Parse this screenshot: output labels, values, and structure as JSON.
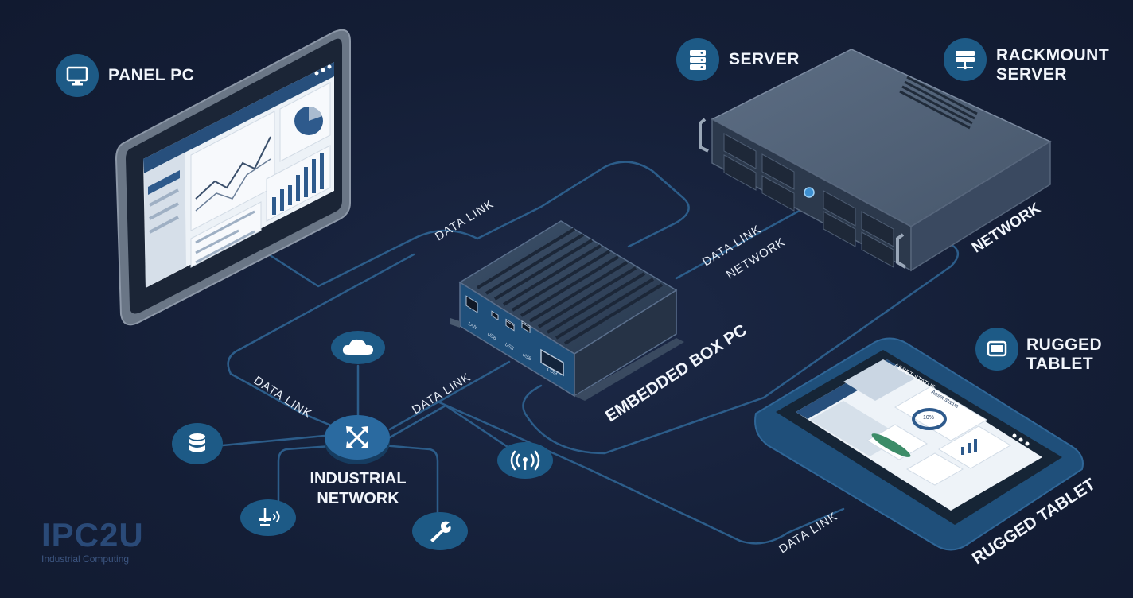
{
  "labels": {
    "panel_pc": "PANEL PC",
    "server": "SERVER",
    "rackmount_server": [
      "RACKMOUNT",
      "SERVER"
    ],
    "rugged_tablet_heading": [
      "RUGGED",
      "TABLET"
    ],
    "network_rack": "NETWORK",
    "embedded_box_pc": "EMBEDDED BOX PC",
    "rugged_tablet_caption": "RUGGED TABLET",
    "industrial_network": [
      "INDUSTRIAL",
      "NETWORK"
    ]
  },
  "link_labels": {
    "data_link_top": "DATA LINK",
    "data_link_right": "DATA LINK",
    "network_right": "NETWORK",
    "data_link_left": "DATA LINK",
    "data_link_center": "DATA LINK",
    "data_link_bottom": "DATA LINK"
  },
  "box_ports": [
    "LAN",
    "USB",
    "USB",
    "USB",
    "COM"
  ],
  "tablet_screen": {
    "title": "ASSET STATUS",
    "card_title": "Asset status",
    "progress_label": "10%"
  },
  "brand": {
    "name": "IPC2U",
    "subtitle": "Industrial Computing"
  },
  "colors": {
    "background": "#15203a",
    "accent": "#1d5a86",
    "link_line": "#2c5d8a"
  }
}
